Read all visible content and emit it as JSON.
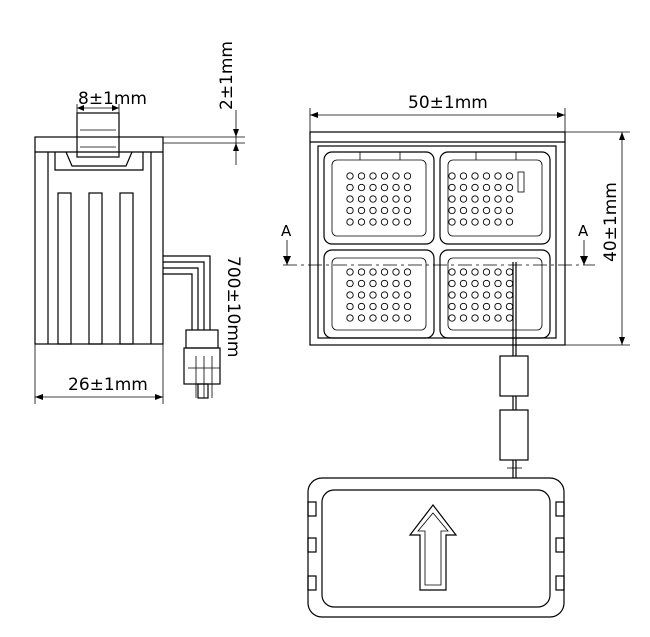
{
  "dimensions": {
    "tab_width": "8±1mm",
    "tab_height": "2±1mm",
    "side_depth": "26±1mm",
    "cable_length": "700±10mm",
    "top_width": "50±1mm",
    "top_height": "40±1mm"
  },
  "section_marks": {
    "left": "A",
    "right": "A"
  },
  "icons": {
    "cover_arrow": "up-arrow-outline-icon"
  }
}
